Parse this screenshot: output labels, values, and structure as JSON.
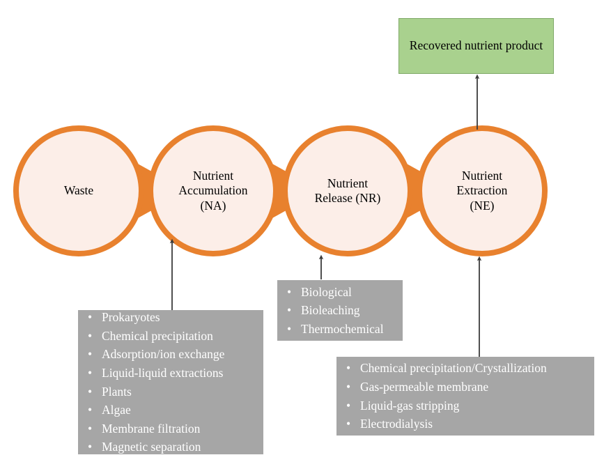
{
  "diagram": {
    "title_present": false,
    "colors": {
      "circle_stroke": "#E8812E",
      "circle_fill": "#FCEEE8",
      "chevron_fill": "#E8812E",
      "product_box_fill": "#A9D18E",
      "product_box_border": "#7FA968",
      "list_box_fill": "#A6A6A6",
      "list_text": "#FFFFFF",
      "arrow": "#3B3B3B",
      "circle_text": "#000000"
    },
    "stages": [
      {
        "id": "waste",
        "label": "Waste"
      },
      {
        "id": "na",
        "label": "Nutrient\nAccumulation\n(NA)"
      },
      {
        "id": "nr",
        "label": "Nutrient\nRelease (NR)"
      },
      {
        "id": "ne",
        "label": "Nutrient\nExtraction\n(NE)"
      }
    ],
    "product": {
      "label": "Recovered nutrient product"
    },
    "detail_boxes": [
      {
        "id": "na-methods",
        "feeds_stage": "na",
        "items": [
          "Prokaryotes",
          "Chemical precipitation",
          "Adsorption/ion exchange",
          "Liquid-liquid extractions",
          "Plants",
          "Algae",
          "Membrane filtration",
          "Magnetic separation"
        ]
      },
      {
        "id": "nr-methods",
        "feeds_stage": "nr",
        "items": [
          "Biological",
          "Bioleaching",
          "Thermochemical"
        ]
      },
      {
        "id": "ne-methods",
        "feeds_stage": "ne",
        "items": [
          "Chemical precipitation/Crystallization",
          "Gas-permeable membrane",
          "Liquid-gas stripping",
          "Electrodialysis"
        ]
      }
    ]
  }
}
